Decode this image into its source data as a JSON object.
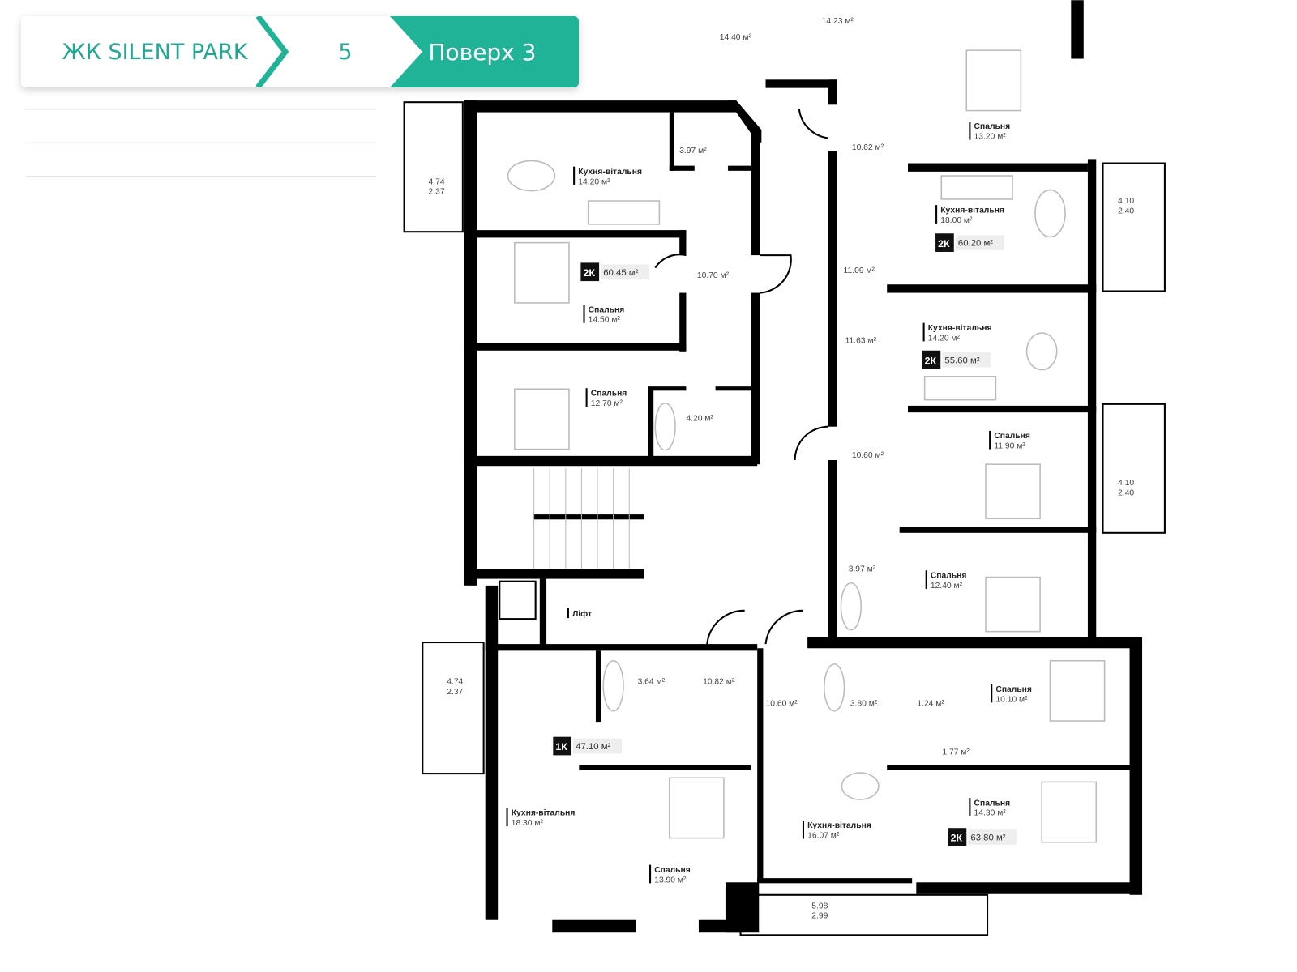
{
  "breadcrumb": {
    "complex": "ЖК SILENT PARK",
    "section": "5",
    "floor": "Поверх 3"
  },
  "colors": {
    "accent": "#21b397",
    "accent_text": "#20a892"
  },
  "apartments": [
    {
      "type": "2К",
      "area": "60.45 м²"
    },
    {
      "type": "2К",
      "area": "60.20 м²"
    },
    {
      "type": "2К",
      "area": "55.60 м²"
    },
    {
      "type": "1К",
      "area": "47.10 м²"
    },
    {
      "type": "2К",
      "area": "63.80 м²"
    }
  ],
  "rooms": [
    {
      "name": "Кухня-вітальня",
      "area": "14.20 м²"
    },
    {
      "name": "Спальня",
      "area": "14.50 м²"
    },
    {
      "name": "Спальня",
      "area": "12.70 м²"
    },
    {
      "name": "Кухня-вітальня",
      "area": "18.00 м²"
    },
    {
      "name": "Спальня",
      "area": "13.20 м²"
    },
    {
      "name": "Кухня-вітальня",
      "area": "14.20 м²"
    },
    {
      "name": "Спальня",
      "area": "11.90 м²"
    },
    {
      "name": "Спальня",
      "area": "12.40 м²"
    },
    {
      "name": "Кухня-вітальня",
      "area": "18.30 м²"
    },
    {
      "name": "Спальня",
      "area": "13.90 м²"
    },
    {
      "name": "Кухня-вітальня",
      "area": "16.07 м²"
    },
    {
      "name": "Спальня",
      "area": "10.10 м²"
    },
    {
      "name": "Спальня",
      "area": "14.30 м²"
    }
  ],
  "small_areas": [
    "3.97 м²",
    "10.70 м²",
    "4.20 м²",
    "10.62 м²",
    "11.09 м²",
    "11.63 м²",
    "10.60 м²",
    "3.97 м²",
    "3.64 м²",
    "10.82 м²",
    "10.60 м²",
    "3.80 м²",
    "1.24 м²",
    "1.77 м²",
    "14.40 м²",
    "14.23 м²"
  ],
  "lift_label": "Ліфт",
  "balconies": [
    "4.74\n2.37",
    "4.10\n2.40",
    "4.10\n2.40",
    "4.74\n2.37",
    "5.98\n2.99"
  ]
}
